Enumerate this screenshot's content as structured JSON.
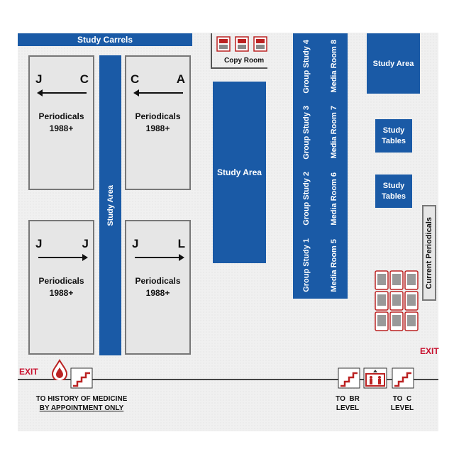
{
  "areas": {
    "study_carrels": "Study Carrels",
    "copy_room": "Copy Room",
    "study_area_left": "Study Area",
    "study_area_center": "Study Area",
    "study_area_right": "Study Area",
    "study_tables_1": "Study Tables",
    "study_tables_2": "Study Tables",
    "current_periodicals": "Current Periodicals"
  },
  "group_rooms": [
    "Group Study 1",
    "Group Study 2",
    "Group Study 3",
    "Group Study 4"
  ],
  "media_rooms": [
    "Media Room 5",
    "Media Room 6",
    "Media Room 7",
    "Media Room 8"
  ],
  "shelves": [
    {
      "start": "J",
      "end": "C",
      "direction": "left",
      "title": "Periodicals",
      "years": "1988+"
    },
    {
      "start": "C",
      "end": "A",
      "direction": "left",
      "title": "Periodicals",
      "years": "1988+"
    },
    {
      "start": "J",
      "end": "J",
      "direction": "right",
      "title": "Periodicals",
      "years": "1988+"
    },
    {
      "start": "J",
      "end": "L",
      "direction": "right",
      "title": "Periodicals",
      "years": "1988+"
    }
  ],
  "exits": {
    "left": "EXIT",
    "right": "EXIT"
  },
  "labels": {
    "history_line1": "TO HISTORY OF MEDICINE",
    "history_line2": "BY APPOINTMENT ONLY",
    "br_line1": "TO  BR",
    "br_line2": "LEVEL",
    "c_line1": "TO  C",
    "c_line2": "LEVEL"
  },
  "icons": {
    "stairs": "stairs-icon",
    "elevator": "elevator-icon",
    "blood_drop": "blood-drop-icon",
    "copier": "copier-icon",
    "phone": "mobile-phone-icon"
  },
  "colors": {
    "study_blue": "#1a5aa6",
    "exit_red": "#c8102e",
    "shelf_gray": "#e6e6e6"
  }
}
